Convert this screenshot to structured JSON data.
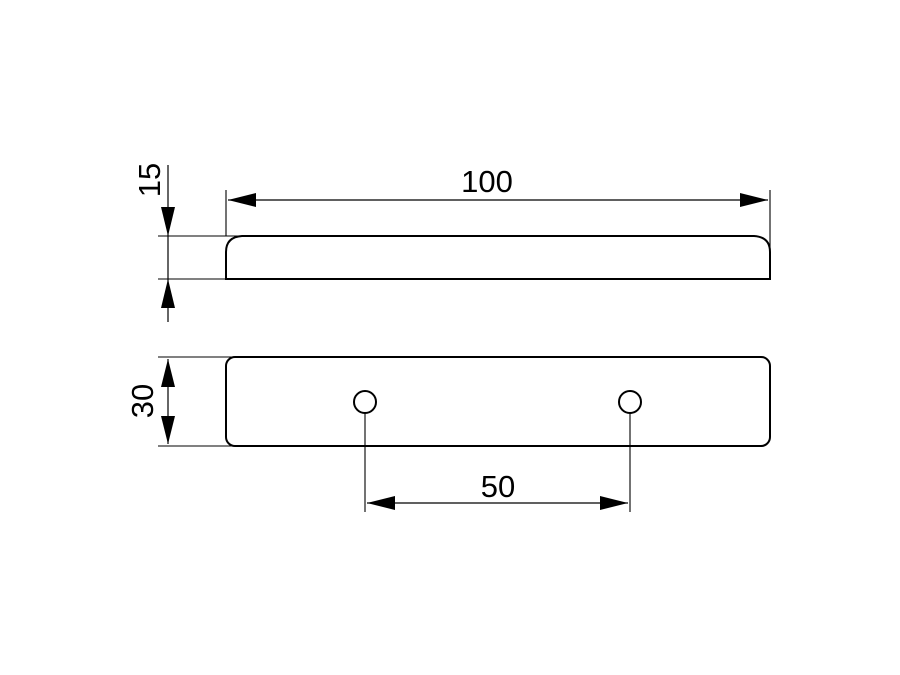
{
  "drawing": {
    "dimensions": {
      "overall_length": "100",
      "side_thickness": "15",
      "plan_width": "30",
      "hole_spacing": "50"
    },
    "colors": {
      "line": "#000000",
      "background": "#ffffff"
    }
  }
}
